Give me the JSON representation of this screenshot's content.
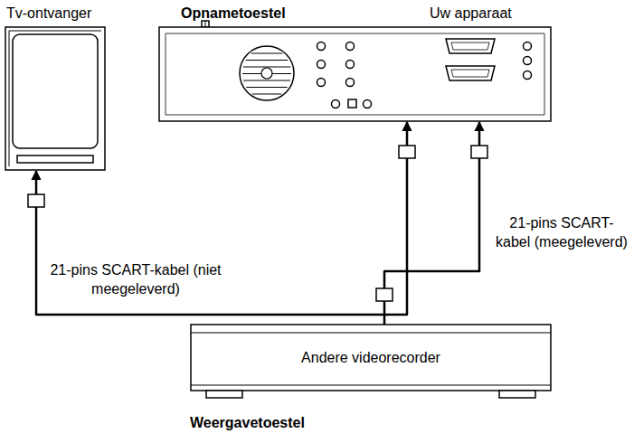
{
  "diagram": {
    "nodes": [
      {
        "text": [
          "Tv-ontvanger"
        ]
      },
      {
        "text": [
          "Opnametoestel",
          "Uw apparaat"
        ]
      },
      {
        "text": [
          "Andere videorecorder",
          "Weergavetoestel"
        ]
      }
    ],
    "edges": [
      {
        "from": 1,
        "to": 0,
        "arrow": "both",
        "label": "21-pins SCART-kabel (niet meegeleverd)"
      },
      {
        "from": 2,
        "to": 1,
        "arrow": "to",
        "label": "21-pins SCART-kabel (meegeleverd)"
      }
    ]
  }
}
